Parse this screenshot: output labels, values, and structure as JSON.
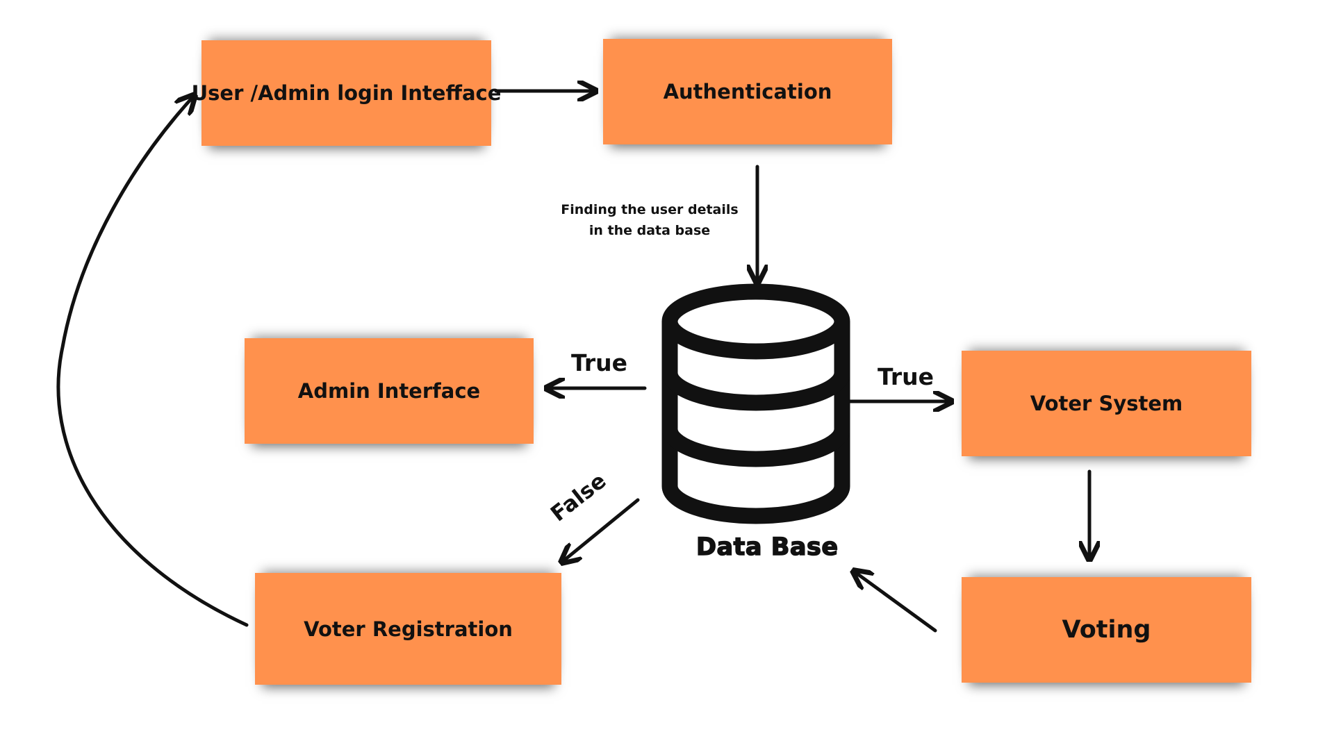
{
  "nodes": {
    "user_login": "User /Admin login Intefface",
    "authentication": "Authentication",
    "admin_interface": "Admin Interface",
    "voter_system": "Voter System",
    "voter_registration": "Voter Registration",
    "voting": "Voting",
    "database": "Data Base"
  },
  "edge_labels": {
    "find_line1": "Finding the user details",
    "find_line2": "in the data base",
    "true_admin": "True",
    "true_voter": "True",
    "false_registration": "False"
  },
  "colors": {
    "box_fill": "#ff914d",
    "stroke": "#111111",
    "background": "#ffffff"
  }
}
